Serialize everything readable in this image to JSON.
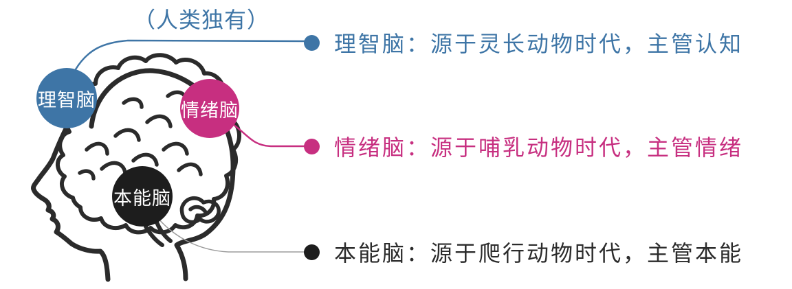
{
  "diagram": {
    "human_only_label": "（人类独有）",
    "regions": [
      {
        "id": "rational-brain",
        "circle_label": "理智脑",
        "description": "理智脑：源于灵长动物时代，主管认知",
        "color": "#3E75A6"
      },
      {
        "id": "emotional-brain",
        "circle_label": "情绪脑",
        "description": "情绪脑：源于哺乳动物时代，主管情绪",
        "color": "#C72F80"
      },
      {
        "id": "instinct-brain",
        "circle_label": "本能脑",
        "description": "本能脑：源于爬行动物时代，主管本能",
        "color": "#1D1D1D"
      }
    ],
    "illustration": {
      "outline_color": "#2B2B2B",
      "instinct_connector_color": "#9B9B9B"
    }
  }
}
